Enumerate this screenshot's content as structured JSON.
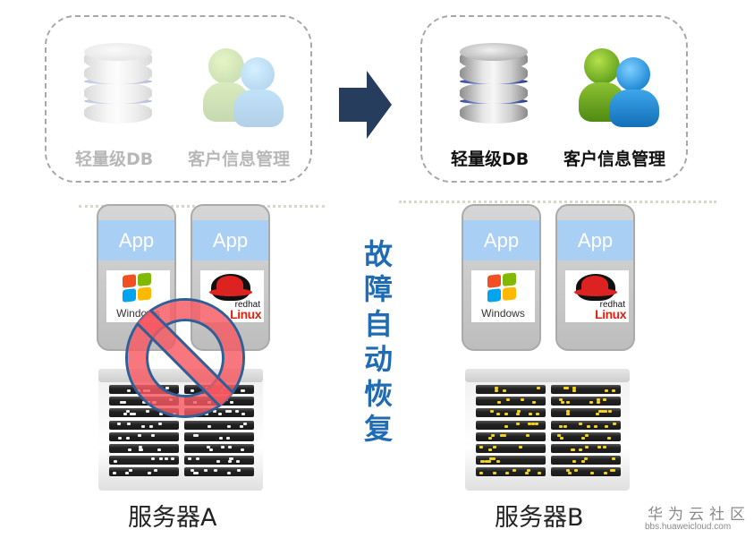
{
  "diagram": {
    "title_vertical": "故障自动恢复",
    "colors": {
      "title_blue": "#1f6cb5",
      "arrow_navy": "#263d5e",
      "app_bar": "#a9cff5",
      "prohibit_red": "#f65862",
      "prohibit_border": "#2f5f96",
      "led_white": "#f0f0f0",
      "led_yellow": "#f2d21a"
    },
    "before": {
      "state": "faded",
      "services": [
        {
          "icon": "database-icon",
          "label": "轻量级DB"
        },
        {
          "icon": "users-icon",
          "label": "客户信息管理"
        }
      ],
      "vms": [
        {
          "app_label": "App",
          "os": "Windows",
          "os_icon": "windows-logo-icon"
        },
        {
          "app_label": "App",
          "os": "redhat Linux",
          "os_icon": "redhat-logo-icon",
          "os_top": "redhat",
          "os_bottom": "Linux"
        }
      ],
      "server": {
        "label": "服务器A",
        "status": "failed",
        "status_icon": "prohibited-icon"
      }
    },
    "after": {
      "state": "active",
      "services": [
        {
          "icon": "database-icon",
          "label": "轻量级DB"
        },
        {
          "icon": "users-icon",
          "label": "客户信息管理"
        }
      ],
      "vms": [
        {
          "app_label": "App",
          "os": "Windows",
          "os_icon": "windows-logo-icon"
        },
        {
          "app_label": "App",
          "os": "redhat Linux",
          "os_icon": "redhat-logo-icon",
          "os_top": "redhat",
          "os_bottom": "Linux"
        }
      ],
      "server": {
        "label": "服务器B",
        "status": "running"
      }
    },
    "arrow": {
      "icon": "arrow-right-icon",
      "direction": "right"
    }
  },
  "watermark": {
    "name": "华为云社区",
    "url": "bbs.huaweicloud.com"
  }
}
